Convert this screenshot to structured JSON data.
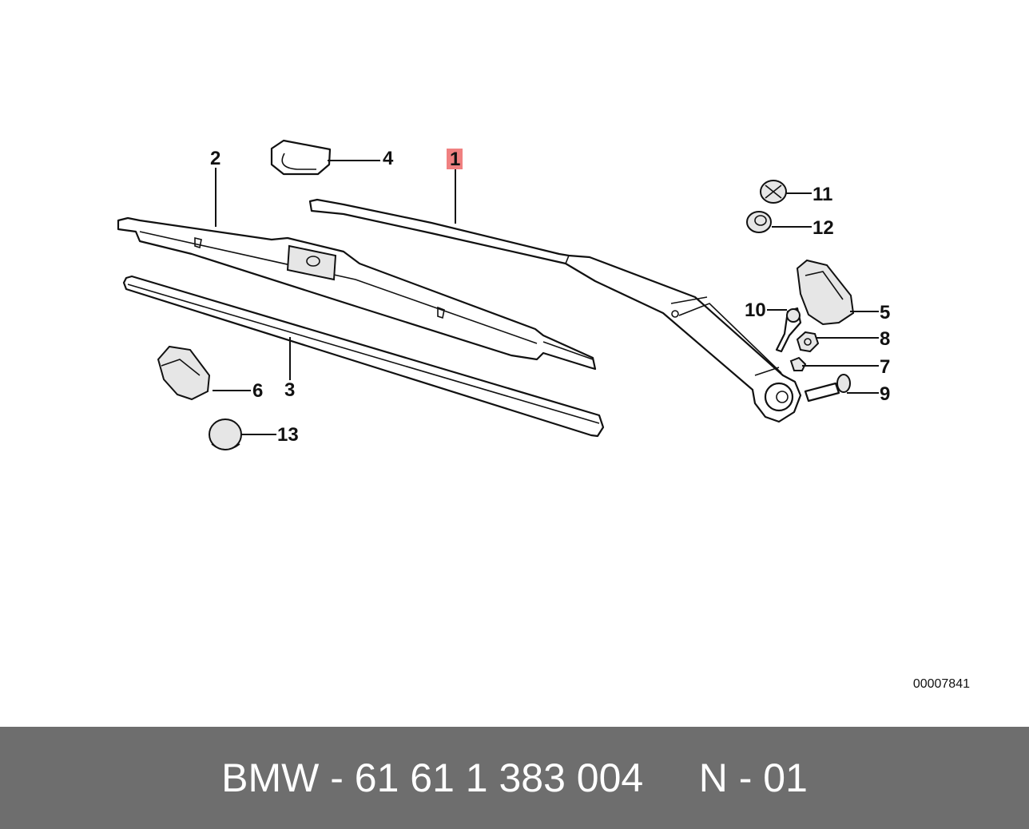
{
  "diagram": {
    "callouts": [
      {
        "id": "1",
        "highlighted": true
      },
      {
        "id": "2"
      },
      {
        "id": "3"
      },
      {
        "id": "4"
      },
      {
        "id": "5"
      },
      {
        "id": "6"
      },
      {
        "id": "7"
      },
      {
        "id": "8"
      },
      {
        "id": "9"
      },
      {
        "id": "10"
      },
      {
        "id": "11"
      },
      {
        "id": "12"
      },
      {
        "id": "13"
      }
    ],
    "highlight_color": "#f08080",
    "drawing_number": "00007841"
  },
  "footer": {
    "brand": "BMW",
    "separator": "-",
    "part_number": "61 61 1 383 004",
    "position_label": "N",
    "position_number": "01",
    "background_color": "#6e6e6e"
  }
}
